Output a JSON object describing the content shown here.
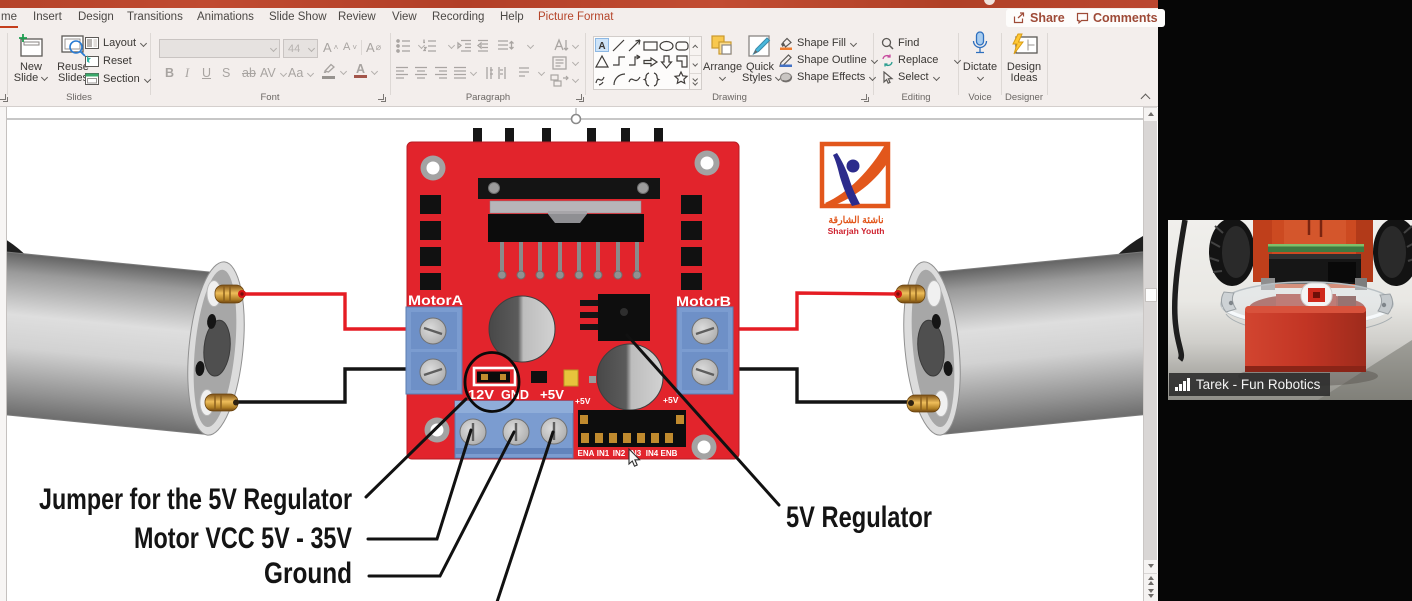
{
  "colors": {
    "titlebar": "#bd4932",
    "ribbon_bg": "#f3eeec",
    "accent": "#c43e1c",
    "contextual_tab": "#b5452a",
    "board_red": "#e2242c",
    "terminal_blue": "#7b9cd0",
    "wire_red": "#e51c23",
    "wire_black": "#141414",
    "logo_orange": "#e2571c",
    "logo_blue": "#2c2b8c",
    "video_bg_black": "#060606"
  },
  "tabs": {
    "home": "me",
    "insert": "Insert",
    "design": "Design",
    "transitions": "Transitions",
    "animations": "Animations",
    "slideshow": "Slide Show",
    "review": "Review",
    "view": "View",
    "recording": "Recording",
    "help": "Help",
    "picture_format": "Picture Format"
  },
  "actions": {
    "share": "Share",
    "comments": "Comments"
  },
  "ribbon": {
    "slides": {
      "label": "Slides",
      "new_slide_1": "New",
      "new_slide_2": "Slide",
      "reuse_1": "Reuse",
      "reuse_2": "Slides",
      "layout": "Layout",
      "reset": "Reset",
      "section": "Section"
    },
    "font": {
      "label": "Font",
      "size_value": "44",
      "bold": "B",
      "italic": "I",
      "underline": "U",
      "strike": "S",
      "strike2": "ab",
      "spacing": "AV",
      "case": "Aa",
      "color": "A",
      "grow": "A",
      "shrink": "A",
      "clear": "A"
    },
    "paragraph": {
      "label": "Paragraph"
    },
    "drawing": {
      "label": "Drawing",
      "arrange": "Arrange",
      "quick_1": "Quick",
      "quick_2": "Styles",
      "shape_fill": "Shape Fill",
      "shape_outline": "Shape Outline",
      "shape_effects": "Shape Effects",
      "textbox_glyph": "A"
    },
    "editing": {
      "label": "Editing",
      "find": "Find",
      "replace": "Replace",
      "select": "Select"
    },
    "voice": {
      "label": "Voice",
      "dictate": "Dictate"
    },
    "designer": {
      "label": "Designer",
      "design_ideas_1": "Design",
      "design_ideas_2": "Ideas"
    }
  },
  "slide": {
    "board": {
      "motor_a": "MotorA",
      "motor_b": "MotorB",
      "v12": "12V",
      "gnd": "GND",
      "v5": "+5V",
      "v5_left": "+5V",
      "v5_right": "+5V",
      "pins": [
        "ENA",
        "IN1",
        "IN2",
        "IN3",
        "IN4",
        "ENB"
      ]
    },
    "annotations": {
      "jumper": "Jumper for the 5V Regulator",
      "vcc": "Motor VCC 5V - 35V",
      "ground": "Ground",
      "regulator": "5V Regulator"
    },
    "logo": {
      "arabic": "ناشئة الشارقة",
      "english": "Sharjah Youth"
    }
  },
  "video": {
    "participant": "Tarek - Fun Robotics"
  }
}
